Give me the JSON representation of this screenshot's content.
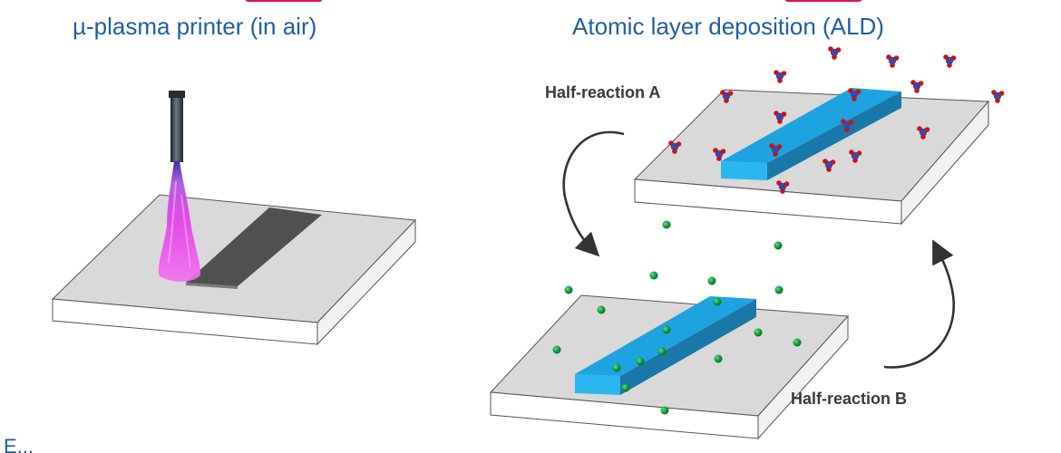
{
  "headings": {
    "left": "µ-plasma printer (in air)",
    "right": "Atomic layer deposition (ALD)"
  },
  "labels": {
    "half_reaction_a": "Half-reaction A",
    "half_reaction_b": "Half-reaction B"
  },
  "corner_fragment": "E...",
  "colors": {
    "heading": "#1f5fa0",
    "accent_red": "#e0115f",
    "substrate_top": "#d9d9d9",
    "substrate_side": "#ffffff",
    "printed_line": "#505050",
    "deposited_bar": "#1ca3e0",
    "plasma": "#e040e0",
    "green_particle": "#0a9a3a",
    "precursor_blue": "#2050c0",
    "precursor_red": "#d01010"
  },
  "icons": [
    "plasma-nozzle-icon",
    "plasma-plume-icon",
    "cycle-arrow-icon",
    "precursor-molecule-icon",
    "coreactant-particle-icon"
  ]
}
